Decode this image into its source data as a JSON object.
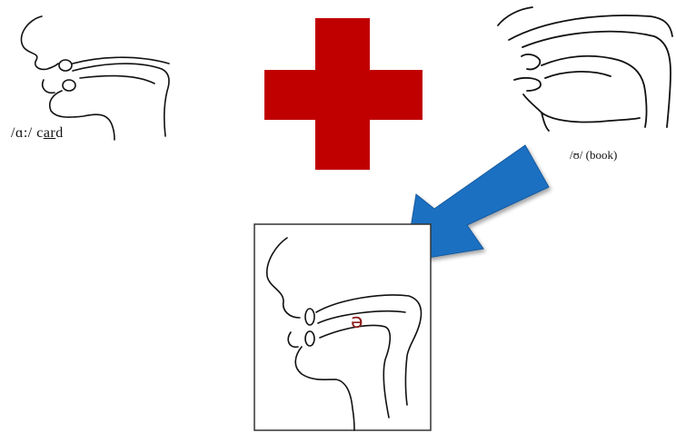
{
  "top_left": {
    "symbol": "/ɑ:/",
    "word_prefix": "c",
    "word_underlined": "ar",
    "word_suffix": "d"
  },
  "top_right": {
    "caption": "/ʊ/ (book)"
  },
  "bottom": {
    "symbol": "ə"
  },
  "colors": {
    "plus": "#c00000",
    "arrow": "#1f6fc1",
    "line": "#111111",
    "schwa": "#8b1a1a"
  },
  "icons": {
    "combine": "red-plus-icon",
    "result": "blue-arrow-icon"
  }
}
